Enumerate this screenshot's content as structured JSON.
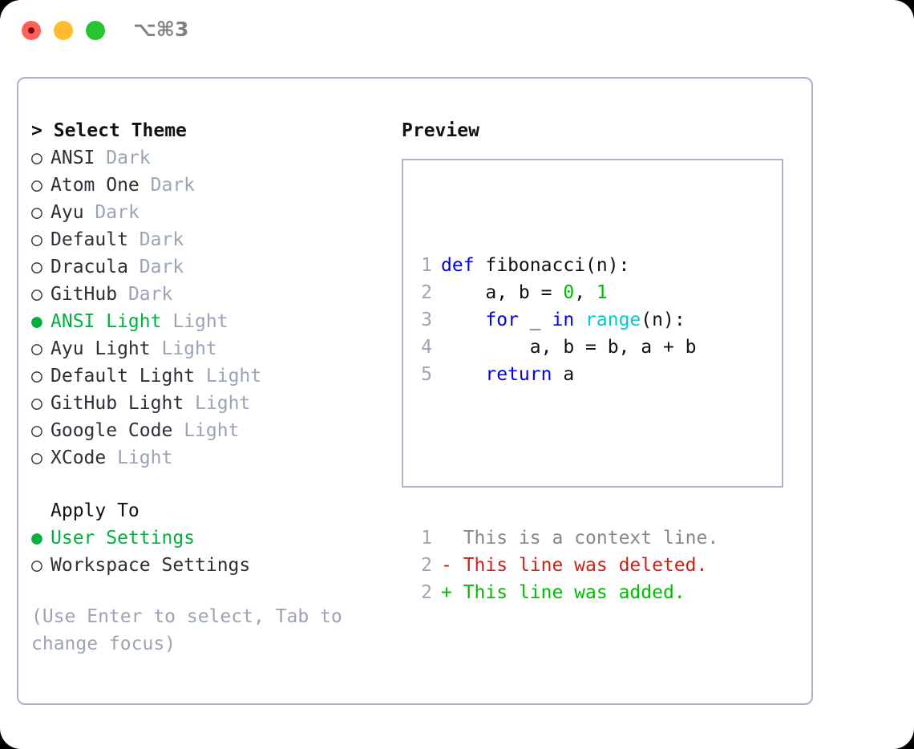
{
  "window": {
    "title": "⌥⌘3",
    "traffic_lights": [
      "close",
      "minimize",
      "maximize"
    ]
  },
  "left_panel": {
    "header": {
      "caret": ">",
      "label": "Select Theme"
    },
    "themes": [
      {
        "bullet": "○",
        "label": "ANSI",
        "tag": "Dark",
        "selected": false
      },
      {
        "bullet": "○",
        "label": "Atom One",
        "tag": "Dark",
        "selected": false
      },
      {
        "bullet": "○",
        "label": "Ayu",
        "tag": "Dark",
        "selected": false
      },
      {
        "bullet": "○",
        "label": "Default",
        "tag": "Dark",
        "selected": false
      },
      {
        "bullet": "○",
        "label": "Dracula",
        "tag": "Dark",
        "selected": false
      },
      {
        "bullet": "○",
        "label": "GitHub",
        "tag": "Dark",
        "selected": false
      },
      {
        "bullet": "●",
        "label": "ANSI Light",
        "tag": "Light",
        "selected": true
      },
      {
        "bullet": "○",
        "label": "Ayu Light",
        "tag": "Light",
        "selected": false
      },
      {
        "bullet": "○",
        "label": "Default Light",
        "tag": "Light",
        "selected": false
      },
      {
        "bullet": "○",
        "label": "GitHub Light",
        "tag": "Light",
        "selected": false
      },
      {
        "bullet": "○",
        "label": "Google Code",
        "tag": "Light",
        "selected": false
      },
      {
        "bullet": "○",
        "label": "XCode",
        "tag": "Light",
        "selected": false
      }
    ],
    "apply_to": {
      "heading": "Apply To",
      "options": [
        {
          "bullet": "●",
          "label": "User Settings",
          "selected": true
        },
        {
          "bullet": "○",
          "label": "Workspace Settings",
          "selected": false
        }
      ]
    },
    "hint": "(Use Enter to select, Tab to change focus)"
  },
  "right_panel": {
    "title": "Preview",
    "code_lines": [
      {
        "num": "1",
        "tokens": [
          {
            "t": "def",
            "c": "kw"
          },
          {
            "t": " fibonacci(n):",
            "c": "txt"
          }
        ]
      },
      {
        "num": "2",
        "tokens": [
          {
            "t": "    a, b = ",
            "c": "txt"
          },
          {
            "t": "0",
            "c": "num"
          },
          {
            "t": ", ",
            "c": "txt"
          },
          {
            "t": "1",
            "c": "num"
          }
        ]
      },
      {
        "num": "3",
        "tokens": [
          {
            "t": "    ",
            "c": "txt"
          },
          {
            "t": "for",
            "c": "kw"
          },
          {
            "t": " _ ",
            "c": "txt"
          },
          {
            "t": "in",
            "c": "kw"
          },
          {
            "t": " ",
            "c": "txt"
          },
          {
            "t": "range",
            "c": "fn"
          },
          {
            "t": "(n):",
            "c": "txt"
          }
        ]
      },
      {
        "num": "4",
        "tokens": [
          {
            "t": "        a, b = b, a + b",
            "c": "txt"
          }
        ]
      },
      {
        "num": "5",
        "tokens": [
          {
            "t": "    ",
            "c": "txt"
          },
          {
            "t": "return",
            "c": "kw"
          },
          {
            "t": " a",
            "c": "txt"
          }
        ]
      }
    ],
    "diff_lines": [
      {
        "num": "1",
        "marker": " ",
        "text": " This is a context line.",
        "kind": "ctx"
      },
      {
        "num": "2",
        "marker": "-",
        "text": " This line was deleted.",
        "kind": "del"
      },
      {
        "num": "2",
        "marker": "+",
        "text": " This line was added.",
        "kind": "add"
      }
    ]
  },
  "colors": {
    "accent_green": "#00b140",
    "muted_blue_gray": "#9aa4b4",
    "border": "#aab4c4",
    "keyword_blue": "#0000ee",
    "function_cyan": "#00cccc",
    "number_green": "#00bb00",
    "diff_delete_red": "#cc2018",
    "diff_add_green": "#00bb00",
    "diff_context_gray": "#888888",
    "traffic_red": "#ff6159",
    "traffic_yellow": "#ffbd2e",
    "traffic_green": "#24c531"
  }
}
